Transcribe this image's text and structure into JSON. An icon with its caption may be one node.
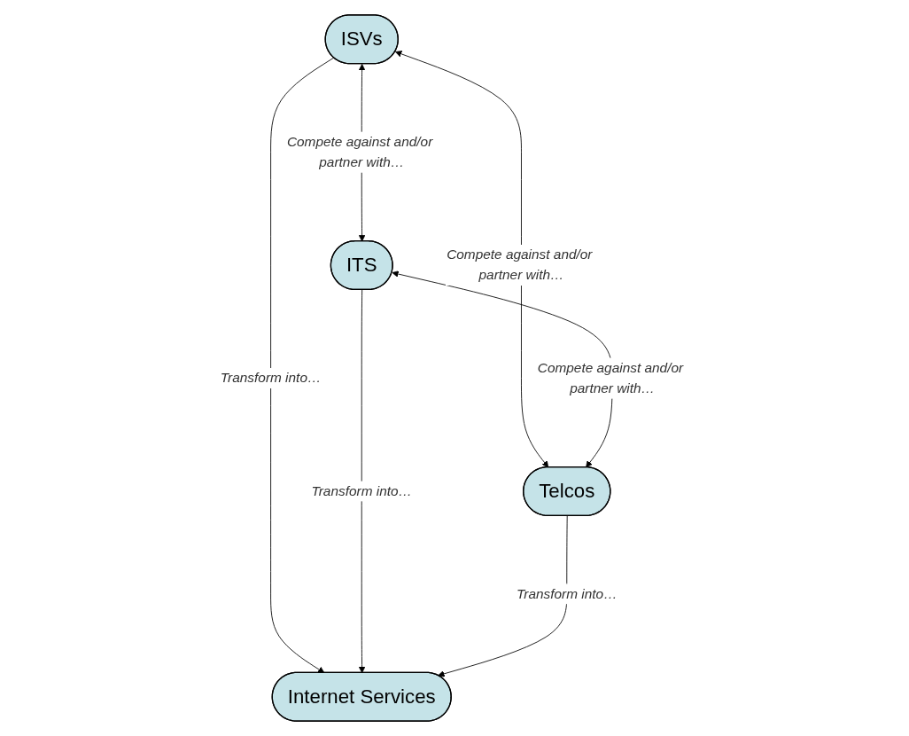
{
  "diagram": {
    "nodes": [
      {
        "text": [
          "ISVs"
        ]
      },
      {
        "text": [
          "Internet Services"
        ]
      },
      {
        "text": [
          "ITS"
        ]
      },
      {
        "text": [
          "Telcos"
        ]
      }
    ],
    "edges": [
      {
        "from": 0,
        "to": 2,
        "arrow": "both",
        "label": "Compete against and/or partner with…"
      },
      {
        "from": 0,
        "to": 1,
        "arrow": "to",
        "label": "Transform into…"
      },
      {
        "from": 0,
        "to": 3,
        "arrow": "both",
        "label": "Compete against and/or partner with…"
      },
      {
        "from": 2,
        "to": 1,
        "arrow": "to",
        "label": "Transform into…"
      },
      {
        "from": 3,
        "to": 1,
        "arrow": "to",
        "label": "Transform into…"
      },
      {
        "from": 2,
        "to": 3,
        "arrow": "both",
        "label": "Compete against and/or partner with…"
      }
    ]
  }
}
